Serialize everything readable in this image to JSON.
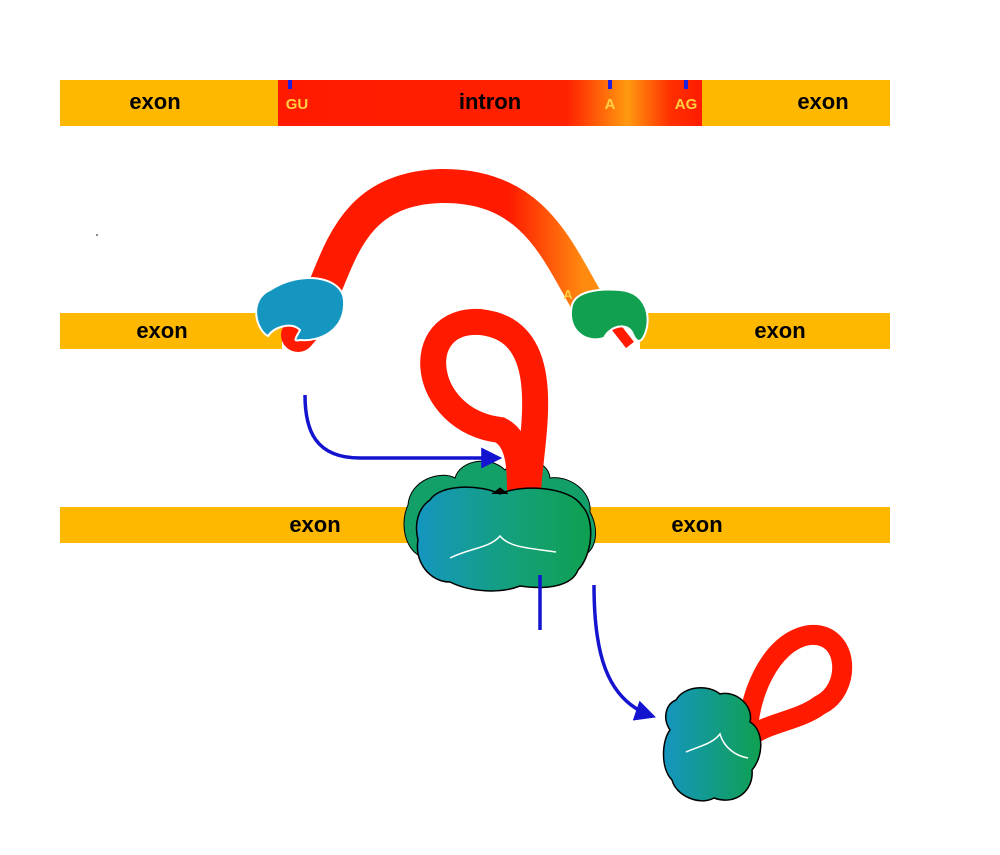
{
  "colors": {
    "exon": "#FFB800",
    "intron": "#FF1A00",
    "intron_fade": "#FF8A00",
    "site_label": "#FFD040",
    "site_tick": "#2020E0",
    "snrnp_blue": "#1496C0",
    "snrnp_green": "#10A050",
    "arrow": "#1414D0"
  },
  "row1": {
    "exon_left": "exon",
    "intron": "intron",
    "exon_right": "exon",
    "site_gu": "GU",
    "site_a": "A",
    "site_ag": "AG"
  },
  "row2": {
    "exon_left": "exon",
    "exon_right": "exon",
    "site_a": "A"
  },
  "row3": {
    "exon_left": "exon",
    "exon_right": "exon"
  }
}
